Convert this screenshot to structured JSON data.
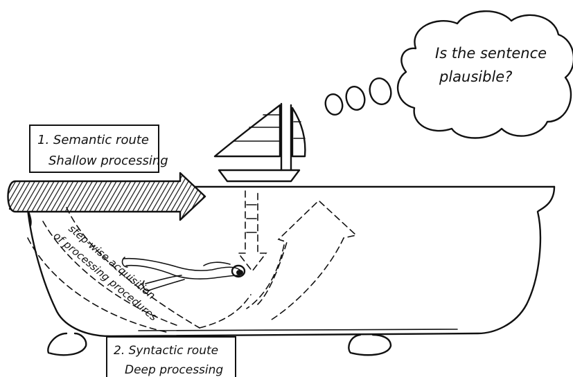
{
  "thought": {
    "line1": "Is the sentence",
    "line2": "plausible?"
  },
  "semantic_route": {
    "line1": "1. Semantic route",
    "line2": "Shallow processing"
  },
  "syntactic_route": {
    "line1": "2. Syntactic route",
    "line2": "Deep processing"
  },
  "stepwise": {
    "line1": "step-wise acquisition",
    "line2": "of processing procedures"
  }
}
